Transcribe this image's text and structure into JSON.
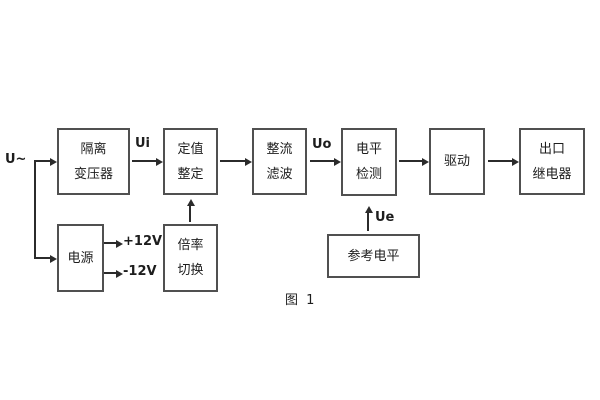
{
  "figure": {
    "caption": "图 1"
  },
  "signals": {
    "input": "U~",
    "ui": "Ui",
    "uo": "Uo",
    "ue": "Ue",
    "rail_pos": "+12V",
    "rail_neg": "-12V"
  },
  "blocks": {
    "isolation_transformer": {
      "lines": [
        "隔离",
        "变压器"
      ]
    },
    "setpoint_setting": {
      "lines": [
        "定值",
        "整定"
      ]
    },
    "rectifier_filter": {
      "lines": [
        "整流",
        "滤波"
      ]
    },
    "level_detection": {
      "lines": [
        "电平",
        "检测"
      ]
    },
    "driver": {
      "lines": [
        "驱动"
      ]
    },
    "output_relay": {
      "lines": [
        "出口",
        "继电器"
      ]
    },
    "power_supply": {
      "lines": [
        "电源"
      ]
    },
    "ratio_switch": {
      "lines": [
        "倍率",
        "切换"
      ]
    },
    "reference_level": {
      "lines": [
        "参考电平"
      ]
    }
  },
  "colors": {
    "background": "#ffffff",
    "line": "#2b2b2b",
    "box_border": "#505050",
    "text": "#1d1d1d"
  }
}
